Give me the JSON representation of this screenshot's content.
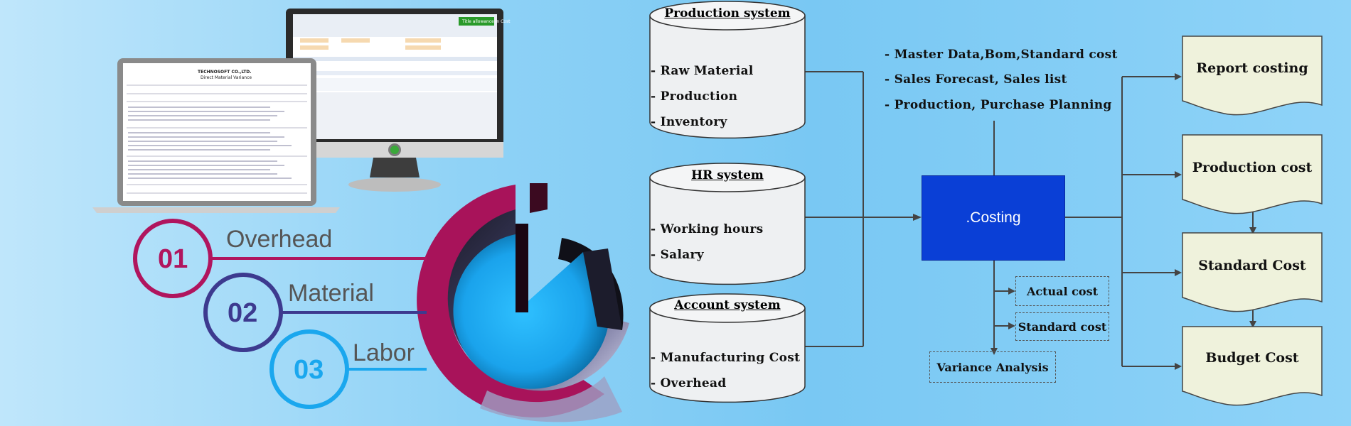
{
  "databases": [
    {
      "title": "Production system",
      "items": [
        "- Raw Material",
        "- Production",
        "- Inventory"
      ]
    },
    {
      "title": "HR system",
      "items": [
        "- Working hours",
        "- Salary"
      ]
    },
    {
      "title": "Account system",
      "items": [
        "- Manufacturing Cost",
        "- Overhead"
      ]
    }
  ],
  "inputs_list": [
    "- Master Data,Bom,Standard cost",
    "- Sales Forecast, Sales list",
    "- Production, Purchase Planning"
  ],
  "costing": {
    "label": ".Costing"
  },
  "dashed": {
    "actual": "Actual cost",
    "standard": "Standard cost",
    "variance": "Variance Analysis"
  },
  "outputs": [
    "Report costing",
    "Production cost",
    "Standard Cost",
    "Budget Cost"
  ],
  "rings": [
    {
      "number": "01",
      "label": "Overhead",
      "color": "#b0155e"
    },
    {
      "number": "02",
      "label": "Material",
      "color": "#3d3a8f"
    },
    {
      "number": "03",
      "label": "Labor",
      "color": "#1aa7ee"
    }
  ],
  "monitor_screen": {
    "green_badge": "Title allowance in Cost"
  },
  "laptop_report": {
    "company": "TECHNOSOFT CO.,LTD.",
    "title": "Direct Material Variance"
  }
}
